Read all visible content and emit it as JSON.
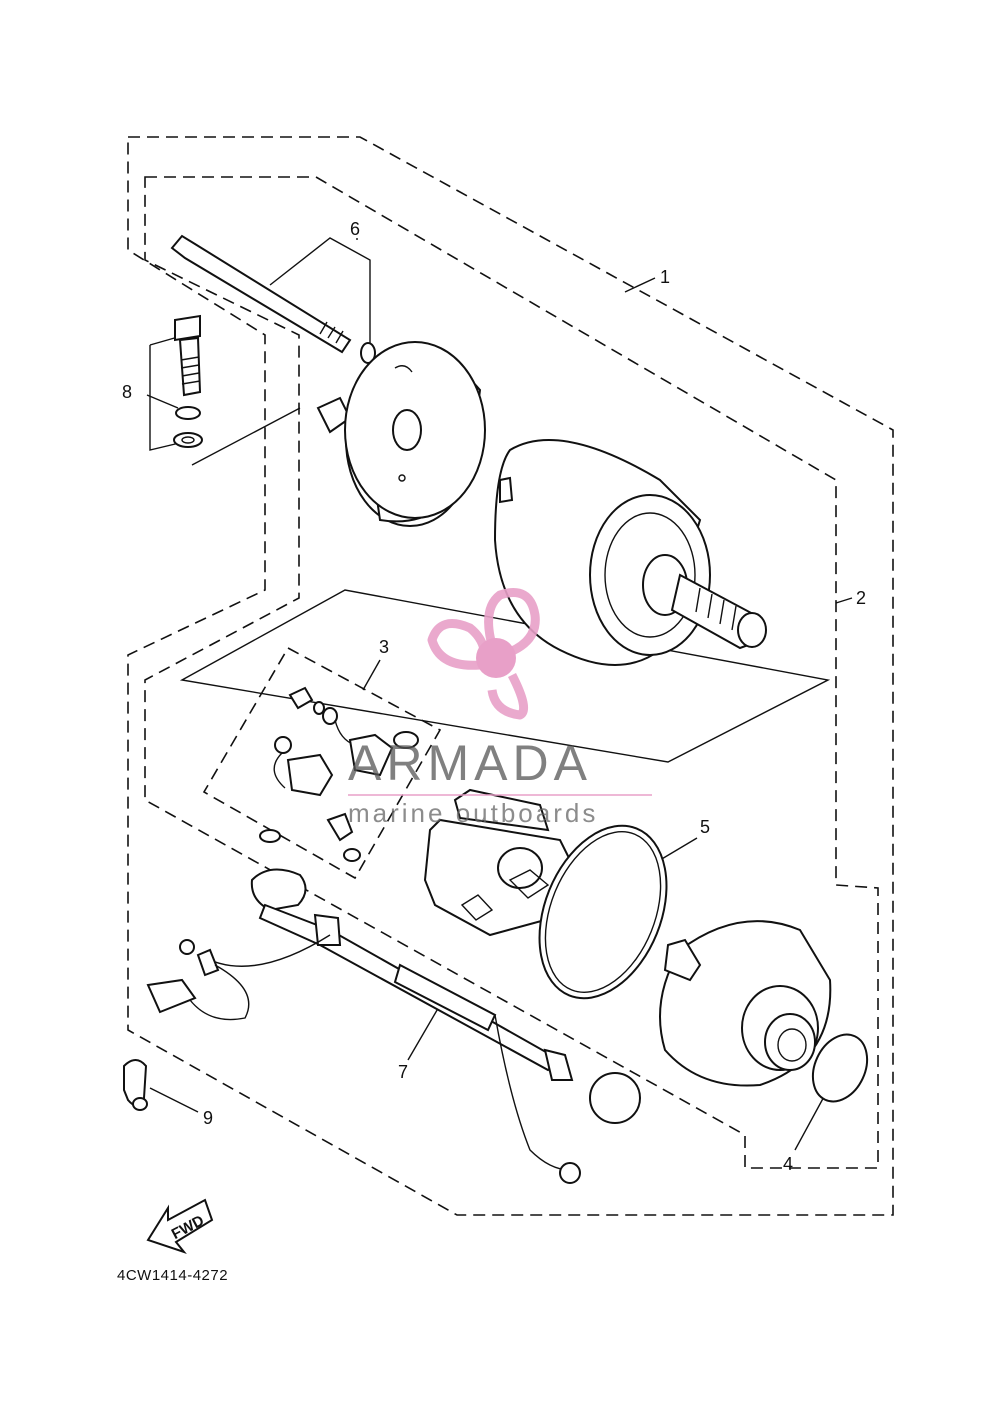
{
  "diagram": {
    "callouts": [
      {
        "id": "1",
        "text": "1"
      },
      {
        "id": "2",
        "text": "2"
      },
      {
        "id": "3",
        "text": "3"
      },
      {
        "id": "4",
        "text": "4"
      },
      {
        "id": "5",
        "text": "5"
      },
      {
        "id": "6",
        "text": "6"
      },
      {
        "id": "7",
        "text": "7"
      },
      {
        "id": "8",
        "text": "8"
      },
      {
        "id": "9",
        "text": "9"
      }
    ],
    "direction_arrow": "FWD",
    "drawing_code": "4CW1414-4272"
  },
  "watermark": {
    "brand": "ARMADA",
    "tagline": "marine outboards",
    "logo_color": "#e8a0c8"
  }
}
